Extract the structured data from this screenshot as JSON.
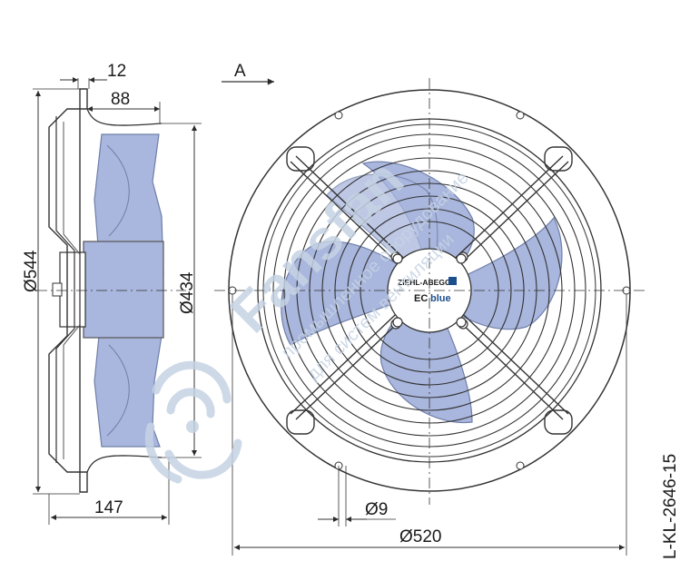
{
  "drawing": {
    "view_arrow_label": "A",
    "dimensions": {
      "flange_thickness": "12",
      "hub_depth": "88",
      "outer_diameter_side": "Ø544",
      "inner_diameter_side": "Ø434",
      "overall_depth": "147",
      "mounting_hole": "Ø9",
      "bolt_circle": "Ø520"
    },
    "drawing_code": "L-KL-2646-15"
  },
  "logo": {
    "brand": "ZIEHL-ABEGG",
    "product_ec": "EC",
    "product_blue": "blue"
  },
  "watermark": {
    "brand": "Fansfan",
    "line1": "промышленное оборудование",
    "line2": "для систем вентиляции"
  },
  "colors": {
    "blade_fill": "#a9b6dd",
    "blade_stroke": "#6f7fa8",
    "line": "#2a2a2a",
    "watermark": "#c6d3e4",
    "ec_logo": "#1d4f8c"
  }
}
